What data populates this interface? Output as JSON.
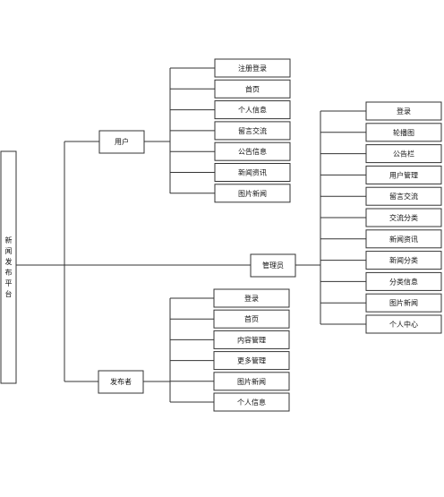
{
  "root": {
    "label": "新闻发布平台"
  },
  "roles": {
    "user": {
      "label": "用户",
      "children": [
        "注册登录",
        "首页",
        "个人信息",
        "留言交流",
        "公告信息",
        "新闻资讯",
        "图片新闻"
      ]
    },
    "admin": {
      "label": "管理员",
      "children": [
        "登录",
        "轮播图",
        "公告栏",
        "用户管理",
        "留言交流",
        "交流分类",
        "新闻资讯",
        "新闻分类",
        "分类信息",
        "图片新闻",
        "个人中心"
      ]
    },
    "publisher": {
      "label": "发布者",
      "children": [
        "登录",
        "首页",
        "内容管理",
        "更多管理",
        "图片新闻",
        "个人信息"
      ]
    }
  }
}
